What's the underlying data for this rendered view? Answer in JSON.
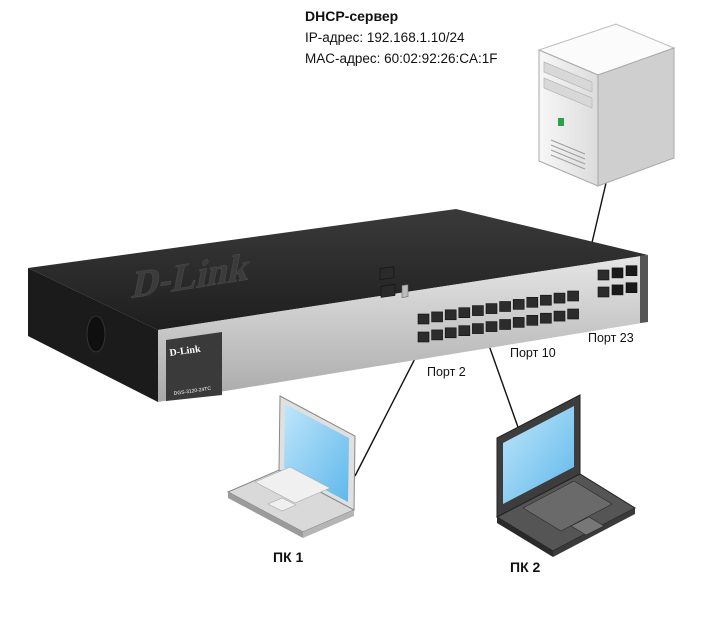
{
  "server": {
    "title": "DHCP-сервер",
    "ip": "IP-адрес: 192.168.1.10/24",
    "mac": "MAC-адрес: 60:02:92:26:CA:1F"
  },
  "switch": {
    "brand": "D-Link",
    "front_brand": "D-Link",
    "model_tag": "DGS-3120-24TC"
  },
  "ports": {
    "port2": "Порт 2",
    "port10": "Порт 10",
    "port23": "Порт 23"
  },
  "pcs": {
    "pc1": "ПК 1",
    "pc2": "ПК 2"
  },
  "colors": {
    "switch_body": "#2b2b2b",
    "switch_front": "#c9c9c9",
    "screen": "#8fd0f4",
    "server_body": "#f0f0f0",
    "link_line": "#111111"
  }
}
